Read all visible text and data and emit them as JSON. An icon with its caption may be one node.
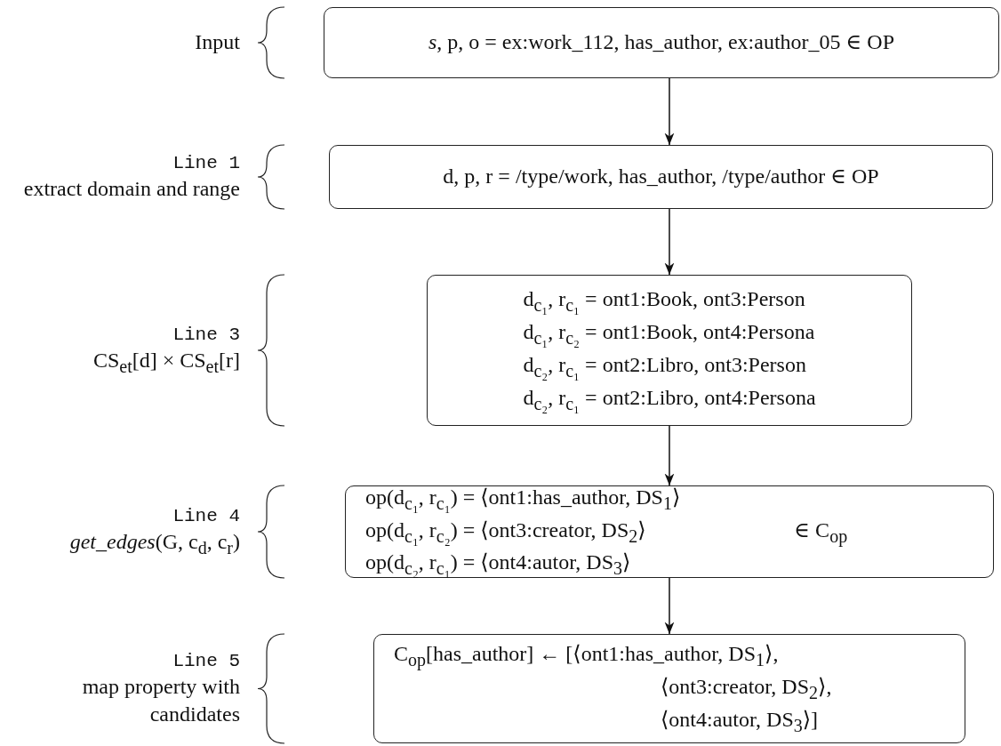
{
  "diagram": {
    "nodes": [
      {
        "text": [
          "*s*, p, o = ex:work_112, has_author, ex:author_05 ∈ OP"
        ],
        "beside": [
          "Input"
        ]
      },
      {
        "text": [
          "d, p, r = /type/work, has_author, /type/author ∈ OP"
        ],
        "beside": [
          "Line 1",
          "extract domain and range"
        ]
      },
      {
        "text": [
          "d$_{c₁}$, r$_{c₁}$ = ont1:Book, ont3:Person",
          "d$_{c₁}$, r$_{c₂}$ = ont1:Book, ont4:Persona",
          "d$_{c₂}$, r$_{c₁}$ = ont2:Libro, ont3:Person",
          "d$_{c₂}$, r$_{c₁}$ = ont2:Libro, ont4:Persona"
        ],
        "beside": [
          "Line 3",
          "CS$_{et}$[d] × CS$_{et}$[r]"
        ]
      },
      {
        "text": [
          "op(d$_{c₁}$, r$_{c₁}$) = ⟨ont1:has_author, DS$_{1}$⟩",
          "op(d$_{c₁}$, r$_{c₂}$) = ⟨ont3:creator, DS$_{2}$⟩",
          "op(d$_{c₂}$, r$_{c₁}$) = ⟨ont4:autor, DS$_{3}$⟩",
          "∈ C$_{op}$"
        ],
        "beside": [
          "Line 4",
          "*get_edges*(G, c$_{d}$, c$_{r}$)"
        ]
      },
      {
        "text": [
          "C$_{op}$[has_author] ← [⟨ont1:has_author, DS$_{1}$⟩,",
          "⟨ont3:creator, DS$_{2}$⟩,",
          "⟨ont4:autor, DS$_{3}$⟩]"
        ],
        "beside": [
          "Line 5",
          "map property with candidates"
        ]
      }
    ],
    "edges": [
      {
        "from": 0,
        "to": 1,
        "arrow": "to"
      },
      {
        "from": 1,
        "to": 2,
        "arrow": "to"
      },
      {
        "from": 2,
        "to": 3,
        "arrow": "to"
      },
      {
        "from": 3,
        "to": 4,
        "arrow": "to"
      }
    ]
  }
}
